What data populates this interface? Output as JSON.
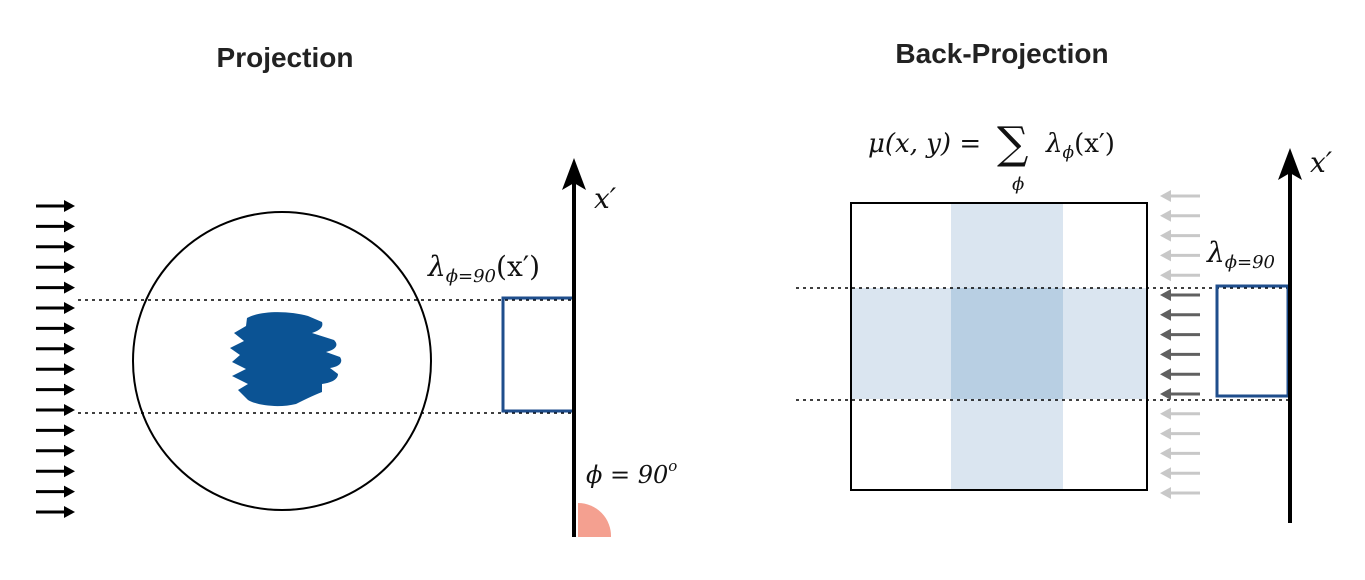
{
  "left_panel": {
    "title": "Projection",
    "axis_label": "x′",
    "projection_label": "λ",
    "projection_subscript": "ϕ=90",
    "projection_argument": "(x′)",
    "angle_label": "ϕ = 90",
    "angle_superscript": "o",
    "arrow_count": 16
  },
  "right_panel": {
    "title": "Back-Projection",
    "formula_lhs": "μ(x, y) =",
    "formula_sum": "∑",
    "formula_sum_index": "ϕ",
    "formula_rhs": "λ",
    "formula_rhs_subscript": "ϕ",
    "formula_rhs_argument": "(x′)",
    "axis_label": "x′",
    "projection_label": "λ",
    "projection_subscript": "ϕ=90",
    "arrow_count": 16
  },
  "colors": {
    "object": "#0b5394",
    "projection_box": "#1f4e8c",
    "band_light": "#dae5f0",
    "band_dark": "#b8cfe3",
    "angle_wedge": "#f4a090",
    "arrow_gray": "#c8c8c8",
    "arrow_dark": "#606060"
  }
}
